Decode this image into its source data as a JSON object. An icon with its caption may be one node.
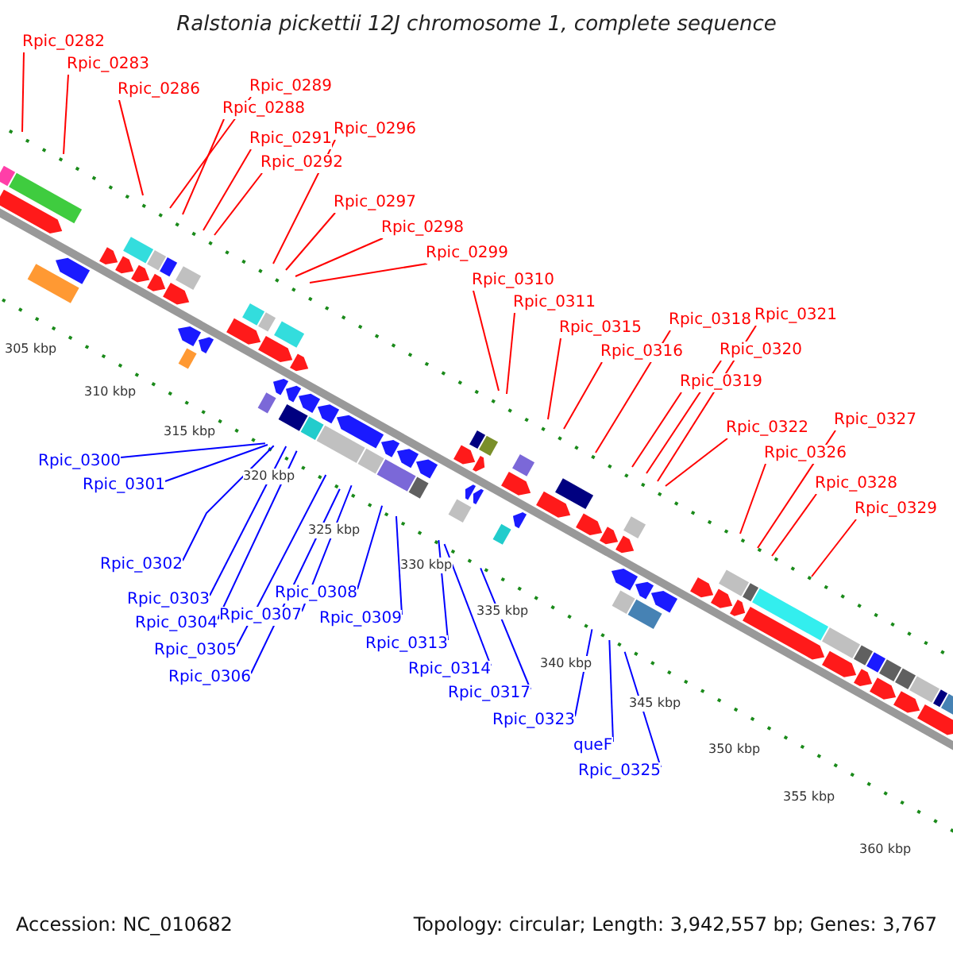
{
  "diagram": {
    "title": "Ralstonia pickettii 12J chromosome 1, complete sequence",
    "nodes": [
      {
        "text": [
          "Rpic_0282"
        ]
      },
      {
        "text": [
          "Rpic_0283"
        ]
      },
      {
        "text": [
          "Rpic_0286"
        ]
      },
      {
        "text": [
          "Rpic_0288"
        ]
      },
      {
        "text": [
          "Rpic_0289"
        ]
      },
      {
        "text": [
          "Rpic_0291"
        ]
      },
      {
        "text": [
          "Rpic_0292"
        ]
      },
      {
        "text": [
          "Rpic_0296"
        ]
      },
      {
        "text": [
          "Rpic_0297"
        ]
      },
      {
        "text": [
          "Rpic_0298"
        ]
      },
      {
        "text": [
          "Rpic_0299"
        ]
      },
      {
        "text": [
          "Rpic_0300"
        ]
      },
      {
        "text": [
          "Rpic_0301"
        ]
      },
      {
        "text": [
          "Rpic_0302"
        ]
      },
      {
        "text": [
          "Rpic_0303"
        ]
      },
      {
        "text": [
          "Rpic_0304"
        ]
      },
      {
        "text": [
          "Rpic_0305"
        ]
      },
      {
        "text": [
          "Rpic_0306"
        ]
      },
      {
        "text": [
          "Rpic_0307"
        ]
      },
      {
        "text": [
          "Rpic_0308"
        ]
      },
      {
        "text": [
          "Rpic_0309"
        ]
      },
      {
        "text": [
          "Rpic_0310"
        ]
      },
      {
        "text": [
          "Rpic_0311"
        ]
      },
      {
        "text": [
          "Rpic_0313"
        ]
      },
      {
        "text": [
          "Rpic_0314"
        ]
      },
      {
        "text": [
          "Rpic_0315"
        ]
      },
      {
        "text": [
          "Rpic_0316"
        ]
      },
      {
        "text": [
          "Rpic_0317"
        ]
      },
      {
        "text": [
          "Rpic_0318"
        ]
      },
      {
        "text": [
          "Rpic_0319"
        ]
      },
      {
        "text": [
          "Rpic_0320"
        ]
      },
      {
        "text": [
          "Rpic_0321"
        ]
      },
      {
        "text": [
          "Rpic_0322"
        ]
      },
      {
        "text": [
          "Rpic_0323"
        ]
      },
      {
        "text": [
          "queF"
        ]
      },
      {
        "text": [
          "Rpic_0325"
        ]
      },
      {
        "text": [
          "Rpic_0326"
        ]
      },
      {
        "text": [
          "Rpic_0327"
        ]
      },
      {
        "text": [
          "Rpic_0328"
        ]
      },
      {
        "text": [
          "Rpic_0329"
        ]
      }
    ],
    "edges": [
      {
        "from": 0,
        "to": null,
        "arrow": "none"
      },
      {
        "from": 1,
        "to": null,
        "arrow": "none"
      },
      {
        "from": 2,
        "to": null,
        "arrow": "none"
      },
      {
        "from": 3,
        "to": null,
        "arrow": "none"
      },
      {
        "from": 4,
        "to": null,
        "arrow": "none"
      },
      {
        "from": 5,
        "to": null,
        "arrow": "none"
      },
      {
        "from": 6,
        "to": null,
        "arrow": "none"
      },
      {
        "from": 7,
        "to": null,
        "arrow": "none"
      },
      {
        "from": 8,
        "to": null,
        "arrow": "none"
      },
      {
        "from": 9,
        "to": null,
        "arrow": "none"
      },
      {
        "from": 10,
        "to": null,
        "arrow": "none"
      },
      {
        "from": 11,
        "to": null,
        "arrow": "none",
        "color": "#0000ff"
      },
      {
        "from": 12,
        "to": null,
        "arrow": "none",
        "color": "#0000ff"
      },
      {
        "from": 13,
        "to": null,
        "arrow": "none",
        "color": "#0000ff"
      },
      {
        "from": 14,
        "to": null,
        "arrow": "none",
        "color": "#0000ff"
      },
      {
        "from": 15,
        "to": null,
        "arrow": "none",
        "color": "#0000ff"
      },
      {
        "from": 16,
        "to": null,
        "arrow": "none",
        "color": "#0000ff"
      },
      {
        "from": 17,
        "to": null,
        "arrow": "none",
        "color": "#0000ff"
      },
      {
        "from": 18,
        "to": null,
        "arrow": "none",
        "color": "#0000ff"
      },
      {
        "from": 19,
        "to": null,
        "arrow": "none",
        "color": "#0000ff"
      },
      {
        "from": 20,
        "to": null,
        "arrow": "none",
        "color": "#0000ff"
      },
      {
        "from": 21,
        "to": null,
        "arrow": "none"
      },
      {
        "from": 22,
        "to": null,
        "arrow": "none"
      },
      {
        "from": 23,
        "to": null,
        "arrow": "none",
        "color": "#0000ff"
      },
      {
        "from": 24,
        "to": null,
        "arrow": "none",
        "color": "#0000ff"
      },
      {
        "from": 25,
        "to": null,
        "arrow": "none"
      },
      {
        "from": 26,
        "to": null,
        "arrow": "none"
      },
      {
        "from": 27,
        "to": null,
        "arrow": "none",
        "color": "#0000ff"
      },
      {
        "from": 28,
        "to": null,
        "arrow": "none"
      },
      {
        "from": 29,
        "to": null,
        "arrow": "none"
      },
      {
        "from": 30,
        "to": null,
        "arrow": "none"
      },
      {
        "from": 31,
        "to": null,
        "arrow": "none"
      },
      {
        "from": 32,
        "to": null,
        "arrow": "none"
      },
      {
        "from": 33,
        "to": null,
        "arrow": "none",
        "color": "#0000ff"
      },
      {
        "from": 34,
        "to": null,
        "arrow": "none",
        "color": "#0000ff"
      },
      {
        "from": 35,
        "to": null,
        "arrow": "none",
        "color": "#0000ff"
      },
      {
        "from": 36,
        "to": null,
        "arrow": "none"
      },
      {
        "from": 37,
        "to": null,
        "arrow": "none"
      },
      {
        "from": 38,
        "to": null,
        "arrow": "none"
      },
      {
        "from": 39,
        "to": null,
        "arrow": "none"
      }
    ],
    "labels": [
      "305 kbp",
      "310 kbp",
      "315 kbp",
      "320 kbp",
      "325 kbp",
      "330 kbp",
      "335 kbp",
      "340 kbp",
      "345 kbp",
      "350 kbp",
      "355 kbp",
      "360 kbp",
      "Accession: NC_010682",
      "Topology: circular; Length: 3,942,557 bp; Genes: 3,767"
    ]
  }
}
